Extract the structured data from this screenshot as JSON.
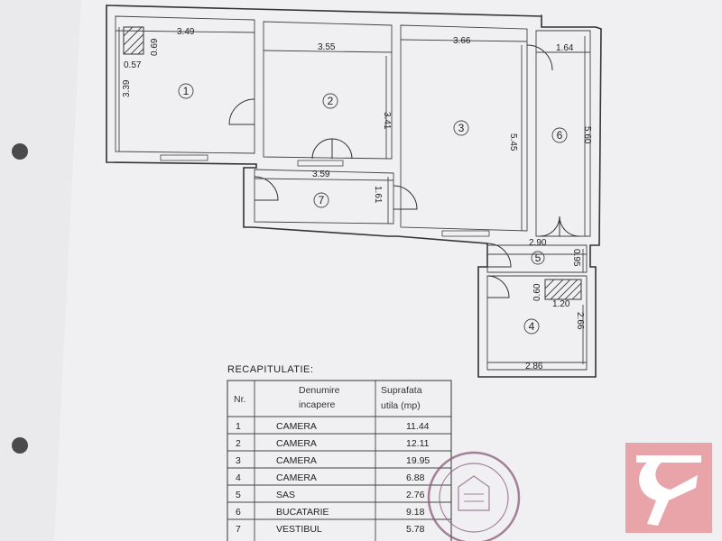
{
  "plan": {
    "dimensions": {
      "r1_top": "3.49",
      "r1_left": "3.39",
      "r1_small_a": "0.69",
      "r1_small_b": "0.57",
      "r2_top": "3.55",
      "r2_right": "3.41",
      "r3_top": "3.66",
      "r3_right": "5.45",
      "r6_top": "1.64",
      "r6_right": "5.60",
      "r7_top": "3.59",
      "r7_right": "1.61",
      "r5_top": "2.90",
      "r5_right": "0.95",
      "r4_small_a": "0.60",
      "r4_small_b": "1.20",
      "r4_right": "2.66",
      "r4_bottom": "2.86"
    },
    "room_numbers": [
      "1",
      "2",
      "3",
      "4",
      "5",
      "6",
      "7"
    ]
  },
  "recap": {
    "title": "RECAPITULATIE:",
    "headers": [
      "Nr.",
      "Denumire incapere",
      "Suprafata utila (mp)"
    ],
    "header_lines": {
      "col2_line1": "Denumire",
      "col2_line2": "incapere",
      "col3_line1": "Suprafata",
      "col3_line2": "utila  (mp)"
    },
    "rows": [
      {
        "nr": "1",
        "name": "CAMERA",
        "area": "11.44"
      },
      {
        "nr": "2",
        "name": "CAMERA",
        "area": "12.11"
      },
      {
        "nr": "3",
        "name": "CAMERA",
        "area": "19.95"
      },
      {
        "nr": "4",
        "name": "CAMERA",
        "area": "6.88"
      },
      {
        "nr": "5",
        "name": "SAS",
        "area": "2.76"
      },
      {
        "nr": "6",
        "name": "BUCATARIE",
        "area": "9.18"
      },
      {
        "nr": "7",
        "name": "VESTIBUL",
        "area": "5.78"
      }
    ]
  },
  "colors": {
    "paper": "#f1f1f3",
    "ink": "#333333",
    "stamp": "#8a5a7a",
    "logo": "#e8a4a8"
  }
}
